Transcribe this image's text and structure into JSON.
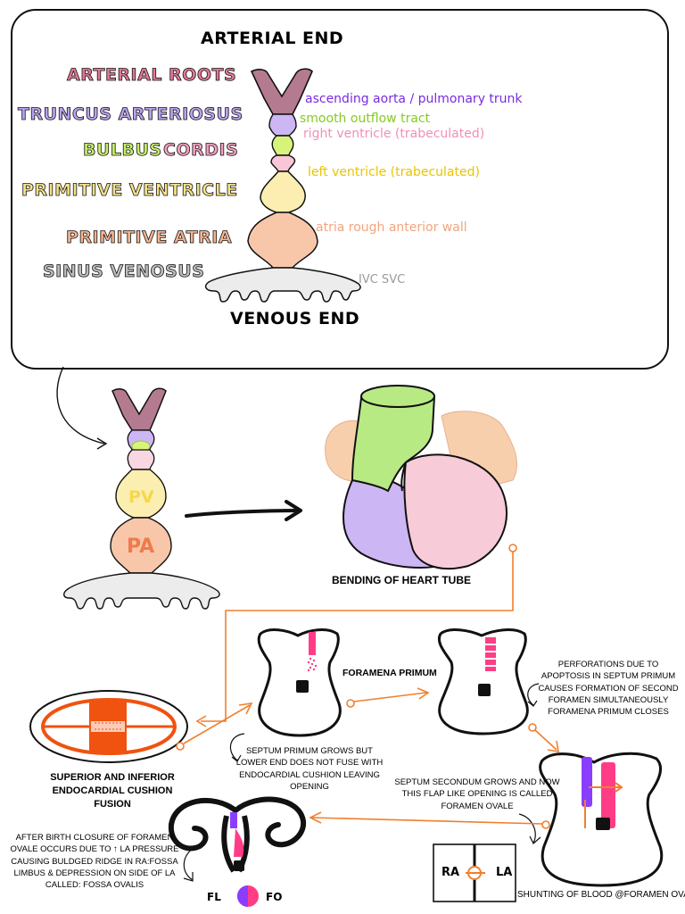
{
  "top_box": {
    "arterial_end": "ARTERIAL END",
    "venous_end": "VENOUS END"
  },
  "segments": [
    {
      "label": "ARTERIAL ROOTS",
      "color": "#e07896"
    },
    {
      "label": "TRUNCUS ARTERIOSUS",
      "color": "#b9a2ee"
    },
    {
      "label": "BULBUS",
      "color": "#c6ee6a"
    },
    {
      "label": "CORDIS",
      "color": "#f3a0bf"
    },
    {
      "label": "PRIMITIVE VENTRICLE",
      "color": "#f5e28a"
    },
    {
      "label": "PRIMITIVE ATRIA",
      "color": "#f6b592"
    },
    {
      "label": "SINUS VENOSUS",
      "color": "#bdbdbd"
    }
  ],
  "derivatives": [
    {
      "text": "ascending aorta / pulmonary trunk",
      "color": "#7a2be0"
    },
    {
      "text": "smooth outflow tract",
      "color": "#84cc1e"
    },
    {
      "text": "right ventricle (trabeculated)",
      "color": "#f08fb8"
    },
    {
      "text": "left ventricle (trabeculated)",
      "color": "#e8c400"
    },
    {
      "text": "atria rough anterior wall",
      "color": "#f3a47c"
    },
    {
      "text": "IVC SVC",
      "color": "#9a9a9a"
    }
  ],
  "small_tube": {
    "pv": "PV",
    "pa": "PA"
  },
  "captions": {
    "bending": "BENDING OF HEART TUBE",
    "cushion": "SUPERIOR AND INFERIOR ENDOCARDIAL CUSHION FUSION",
    "foramen_primum": "FORAMENA PRIMUM",
    "septum_primum": "SEPTUM PRIMUM GROWS BUT LOWER END DOES NOT FUSE WITH ENDOCARDIAL CUSHION LEAVING OPENING",
    "perforations": "PERFORATIONS DUE TO APOPTOSIS IN SEPTUM PRIMUM CAUSES FORMATION OF SECOND FORAMEN SIMULTANEOUSLY FORAMENA PRIMUM CLOSES",
    "septum_secondum": "SEPTUM SECONDUM GROWS AND NOW THIS FLAP LIKE OPENING IS CALLED FORAMEN OVALE",
    "after_birth": "AFTER BIRTH CLOSURE OF FORAMEN OVALE OCCURS DUE TO ↑ LA PRESSURE CAUSING BULDGED RIDGE IN RA:FOSSA LIMBUS & DEPRESSION ON SIDE OF LA CALLED: FOSSA OVALIS",
    "shunting": "SHUNTING OF BLOOD @FORAMEN OVALE",
    "ra": "RA",
    "la": "LA",
    "fl": "FL",
    "fo": "FO"
  },
  "colors": {
    "arrow_orange": "#f07f2e",
    "septum_pink": "#ff3d86",
    "septum_purple": "#8a3dff",
    "cushion_orange": "#f0520f",
    "outflow_green": "#b8ea84",
    "atria_peach": "#f8cfad",
    "lv_purple": "#cdb6f4",
    "rv_pink": "#f7cbd8"
  }
}
